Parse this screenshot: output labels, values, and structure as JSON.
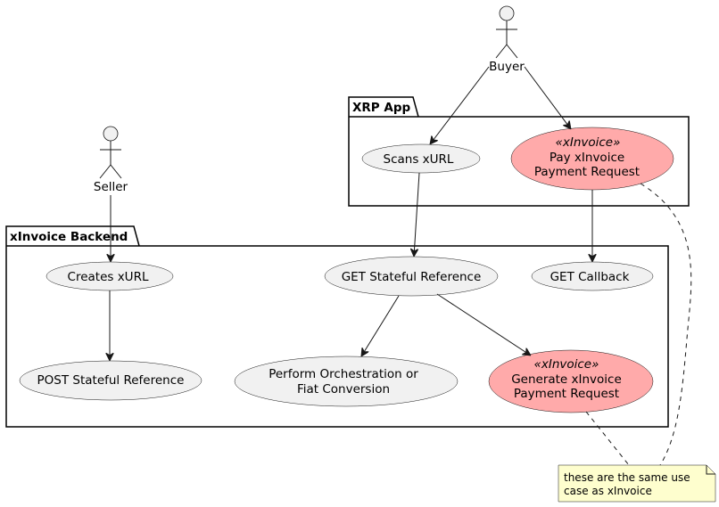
{
  "colors": {
    "usecase_fill": "#f1f1f1",
    "highlight_fill": "#ffaaaa",
    "note_fill": "#fefece",
    "line": "#181818"
  },
  "actors": {
    "buyer": "Buyer",
    "seller": "Seller"
  },
  "packages": {
    "xrp_app": "XRP App",
    "backend": "xInvoice Backend"
  },
  "usecases": {
    "scans_xurl": "Scans xURL",
    "pay": {
      "stereotype": "«xInvoice»",
      "line1": "Pay xInvoice",
      "line2": "Payment Request"
    },
    "creates_xurl": "Creates xURL",
    "get_stateful": "GET Stateful Reference",
    "get_callback": "GET Callback",
    "post_stateful": "POST Stateful Reference",
    "perform": {
      "line1": "Perform Orchestration or",
      "line2": "Fiat Conversion"
    },
    "generate": {
      "stereotype": "«xInvoice»",
      "line1": "Generate xInvoice",
      "line2": "Payment Request"
    }
  },
  "note": {
    "line1": "these are the same use",
    "line2": "case as xInvoice"
  }
}
